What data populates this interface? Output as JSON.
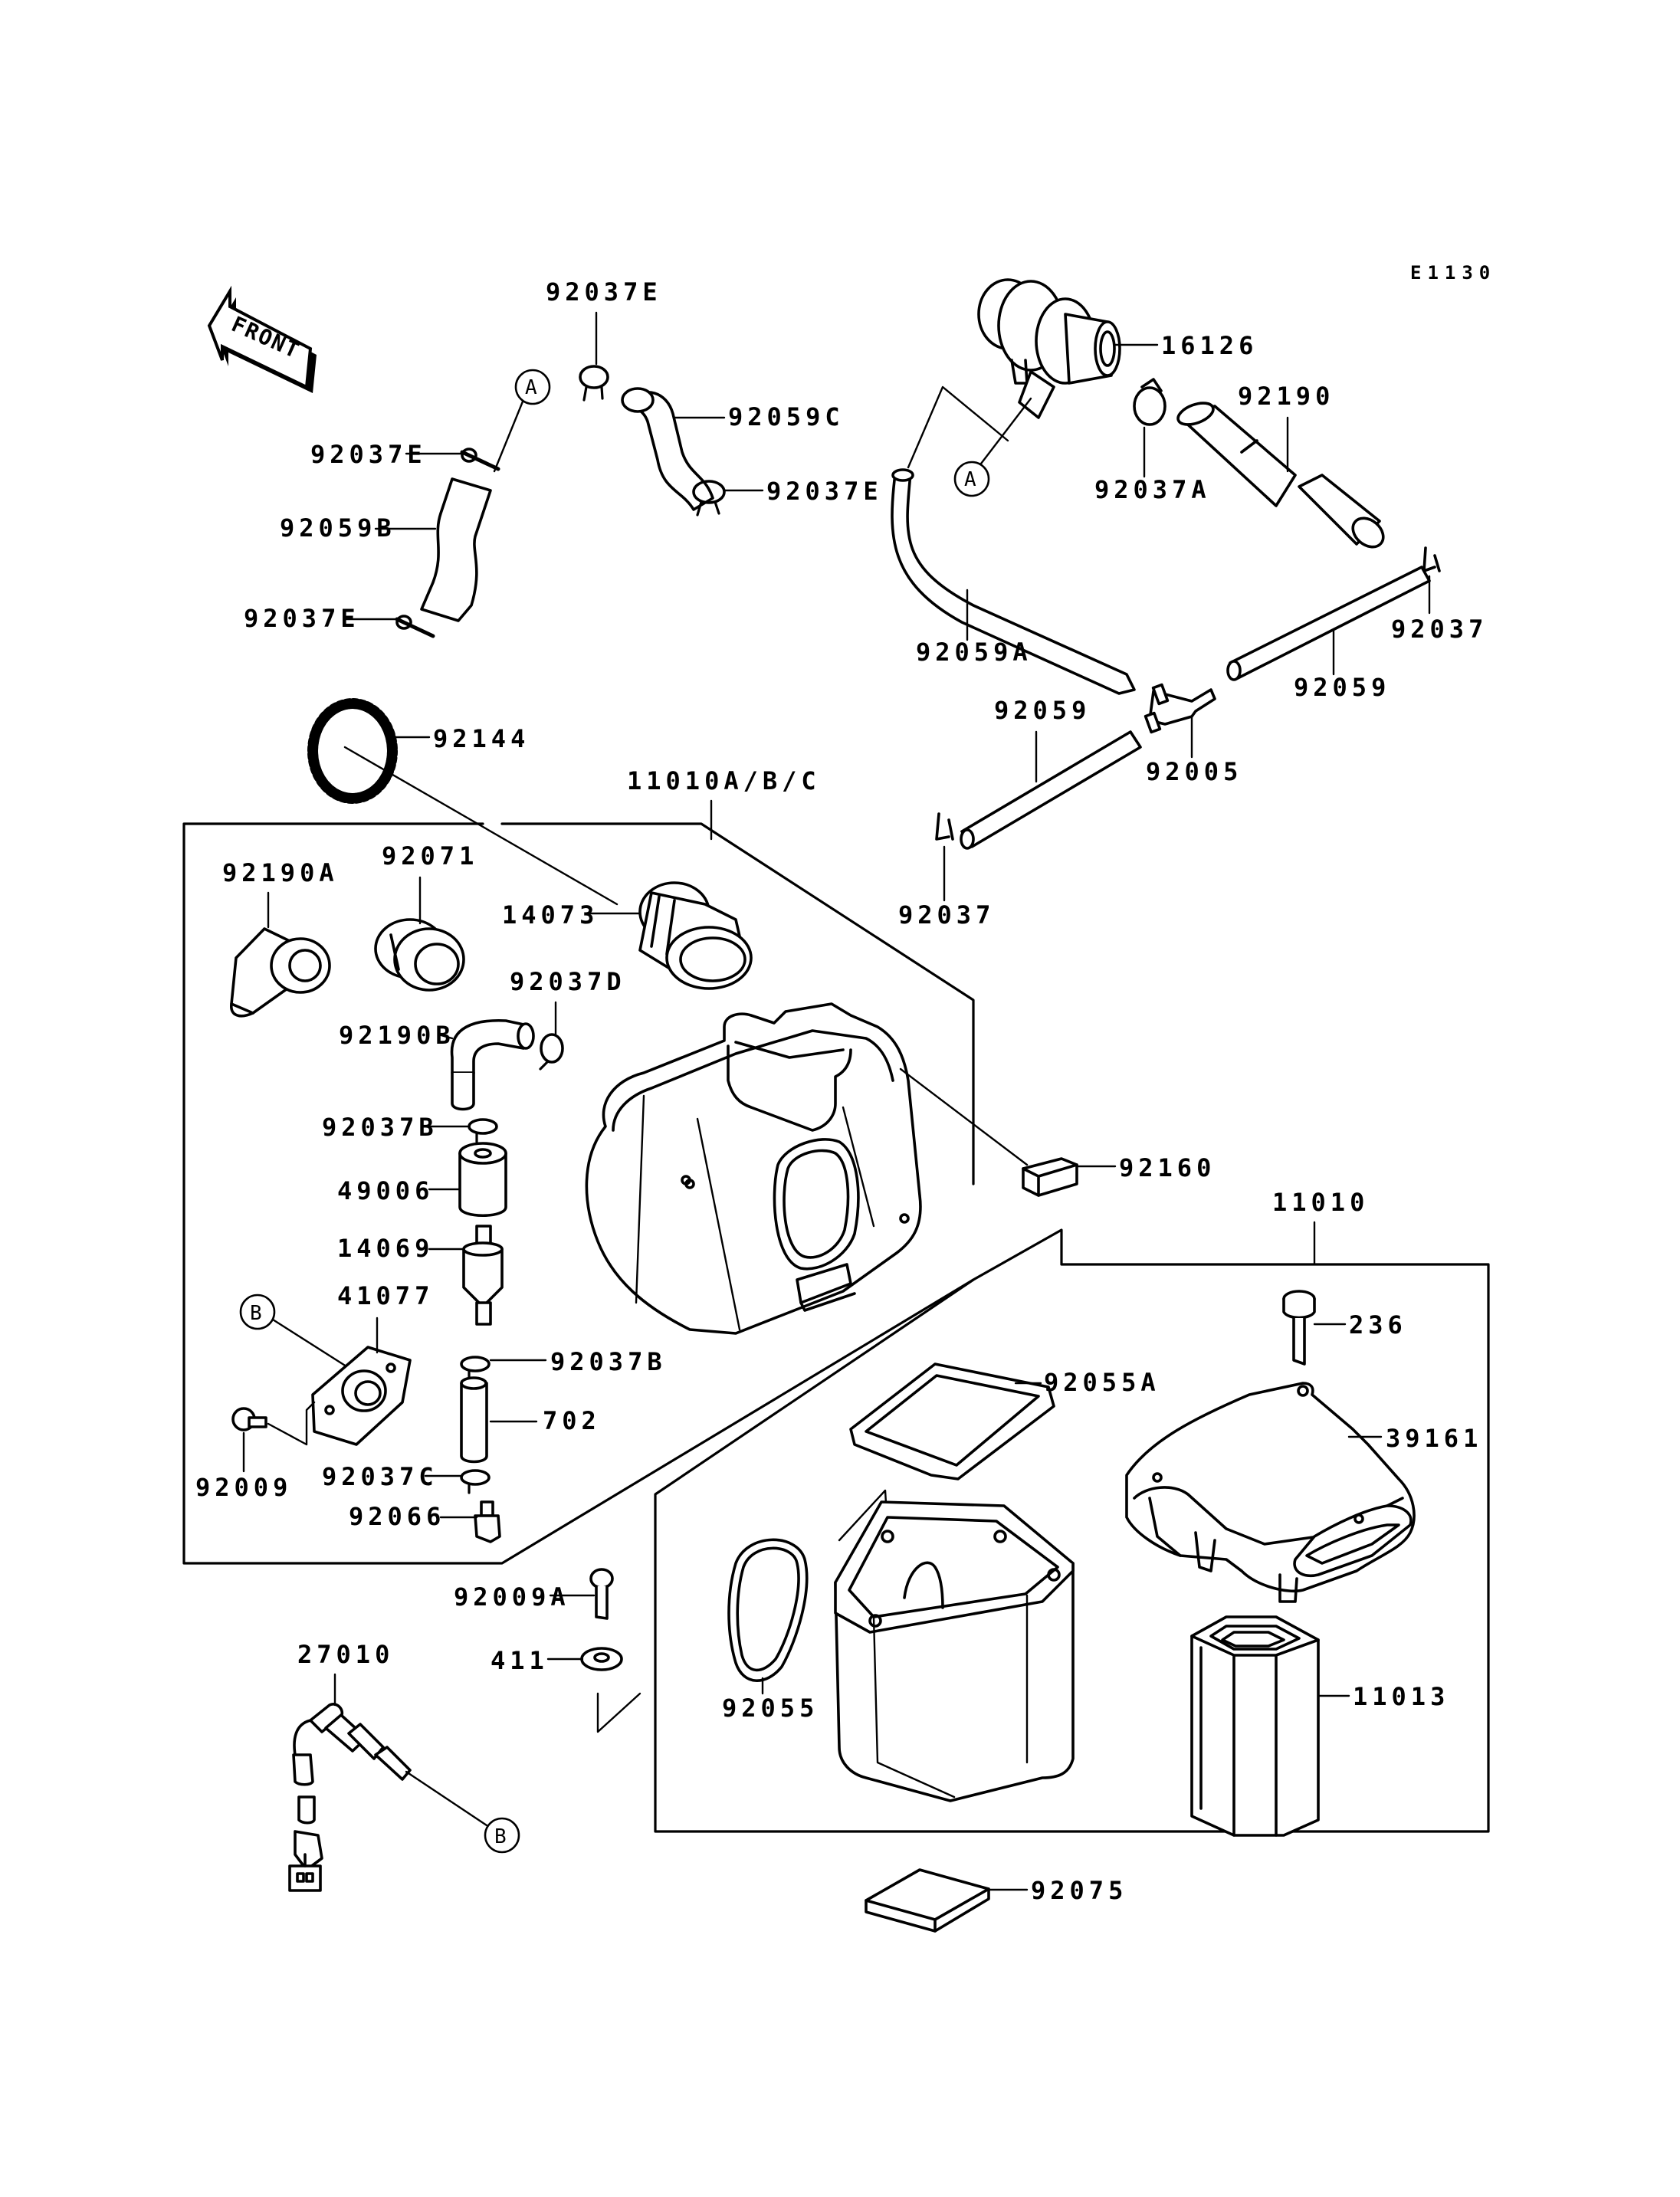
{
  "diagram_code": "E1130",
  "front_label": "FRONT",
  "ref_markers": {
    "a": "A",
    "b": "B"
  },
  "parts": {
    "p92037E_top": "92037E",
    "p92037E_left": "92037E",
    "p92037E_right": "92037E",
    "p92037E_bottom": "92037E",
    "p92059C": "92059C",
    "p92059B": "92059B",
    "p16126": "16126",
    "p92190": "92190",
    "p92037A": "92037A",
    "p92059A": "92059A",
    "p92037_right": "92037",
    "p92059_right": "92059",
    "p92059_mid": "92059",
    "p92005": "92005",
    "p92037_mid": "92037",
    "p92144": "92144",
    "p11010ABC": "11010A/B/C",
    "p92190A": "92190A",
    "p92071": "92071",
    "p14073": "14073",
    "p92037D": "92037D",
    "p92190B": "92190B",
    "p92037B_top": "92037B",
    "p49006": "49006",
    "p14069": "14069",
    "p41077": "41077",
    "p92037B_bot": "92037B",
    "p702": "702",
    "p92009": "92009",
    "p92037C": "92037C",
    "p92066": "92066",
    "p92160": "92160",
    "p11010": "11010",
    "p236": "236",
    "p92055A": "92055A",
    "p39161": "39161",
    "p92009A": "92009A",
    "p411": "411",
    "p27010": "27010",
    "p92055": "92055",
    "p11013": "11013",
    "p92075": "92075"
  }
}
